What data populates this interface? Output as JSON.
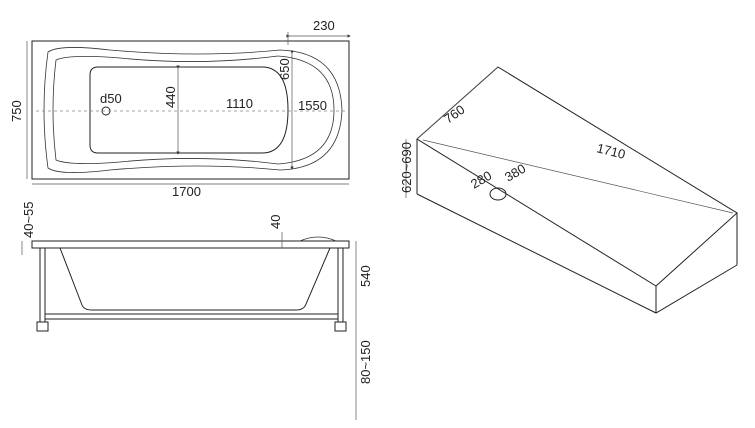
{
  "top_view": {
    "overall_length": "1700",
    "overall_width": "750",
    "headrest_depth": "230",
    "head_width": "650",
    "inner_width": "440",
    "inner_length": "1110",
    "drain_label": "d50",
    "length_to_head": "1550"
  },
  "side_view": {
    "rim_thickness": "40~55",
    "head_rim": "40",
    "height": "540",
    "leg_adjust": "80~150"
  },
  "box_view": {
    "width": "760",
    "height": "620~690",
    "length": "1710",
    "drain_x": "280",
    "drain_y": "380"
  }
}
